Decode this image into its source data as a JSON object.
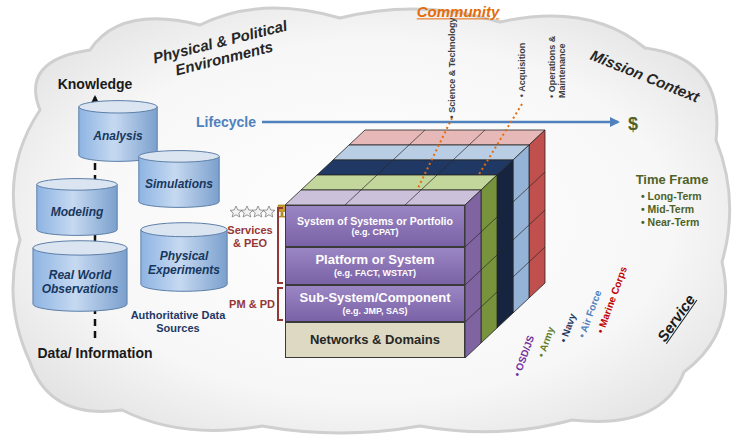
{
  "diagram": {
    "nodes": [
      {
        "text": [
          "Analysis"
        ]
      },
      {
        "text": [
          "Simulations"
        ]
      },
      {
        "text": [
          "Modeling"
        ]
      },
      {
        "text": [
          "Physical Experiments"
        ]
      },
      {
        "text": [
          "Real World Observations"
        ]
      },
      {
        "text": [
          "System of Systems or Portfolio",
          "(e.g. CPAT)"
        ]
      },
      {
        "text": [
          "Platform or System",
          "(e.g. FACT, WSTAT)"
        ]
      },
      {
        "text": [
          "Sub-System/Component",
          "(e.g. JMP, SAS)"
        ]
      },
      {
        "text": [
          "Networks & Domains"
        ]
      }
    ],
    "labels": [
      "Physical & Political Environments",
      "Community",
      "• Science & Technology",
      "• Acquisition",
      "• Operations & Maintenance",
      "Mission Context",
      "Lifecycle",
      "$",
      "Knowledge",
      "Data/ Information",
      "Authoritative Data Sources",
      "Services & PEO",
      "PM & PD",
      "Time Frame",
      "• Long-Term",
      "• Mid-Term",
      "• Near-Term",
      "Service",
      "• Marine Corps",
      "• Air Force",
      "• Navy",
      "• Army",
      "• OSD/JS"
    ]
  }
}
